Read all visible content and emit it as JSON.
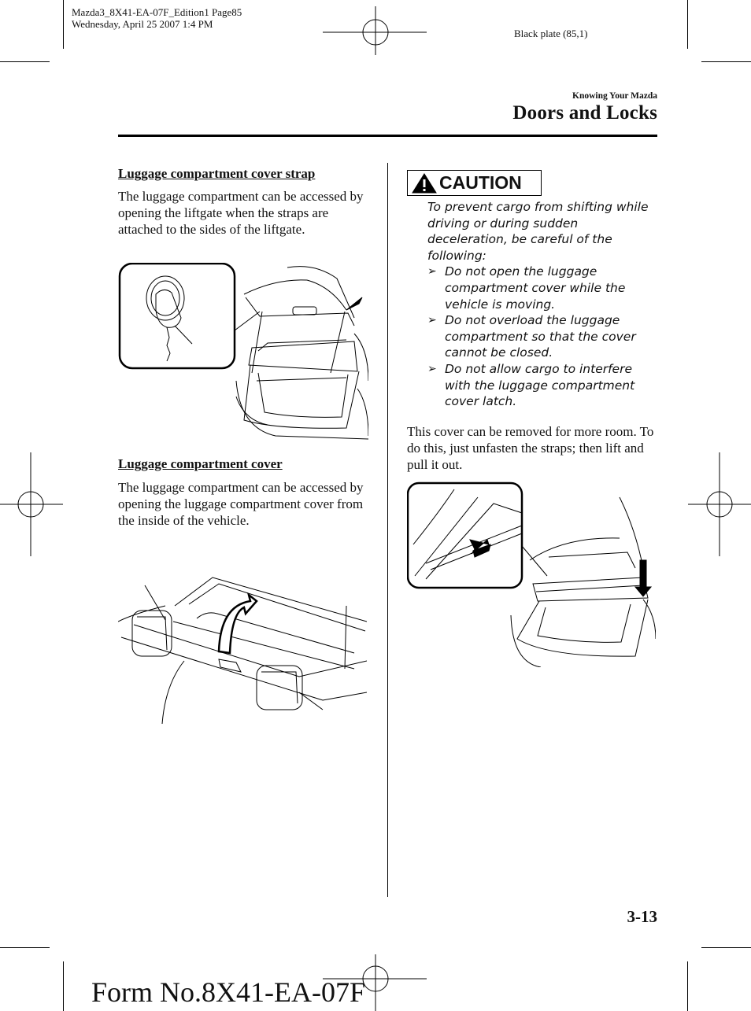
{
  "header": {
    "file_line": "Mazda3_8X41-EA-07F_Edition1 Page85",
    "date_line": "Wednesday, April 25 2007 1:4 PM",
    "plate": "Black plate (85,1)"
  },
  "section": {
    "chapter": "Knowing Your Mazda",
    "title": "Doors and Locks"
  },
  "left_column": {
    "strap_heading": "Luggage compartment cover strap",
    "strap_body": "The luggage compartment can be accessed by opening the liftgate when the straps are attached to the sides of the liftgate.",
    "cover_heading": "Luggage compartment cover",
    "cover_body": "The luggage compartment can be accessed by opening the luggage compartment cover from the inside of the vehicle."
  },
  "right_column": {
    "caution_label": "CAUTION",
    "caution_intro": "To prevent cargo from shifting while driving or during sudden deceleration, be careful of the following:",
    "caution_items": [
      "Do not open the luggage compartment cover while the vehicle is moving.",
      "Do not overload the luggage compartment so that the cover cannot be closed.",
      "Do not allow cargo to interfere with the luggage compartment cover latch."
    ],
    "remove_body": "This cover can be removed for more room. To do this, just unfasten the straps; then lift and pull it out."
  },
  "footer": {
    "page_number": "3-13",
    "form_number": "Form No.8X41-EA-07F"
  },
  "icons": {
    "caution": "warning-triangle-icon",
    "bullet": "arrowhead-bullet"
  }
}
